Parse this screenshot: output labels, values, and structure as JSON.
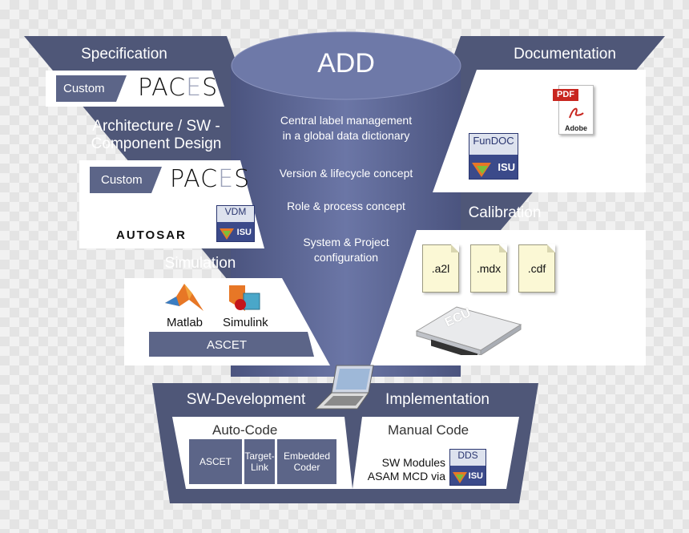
{
  "cylinder": {
    "title": "ADD",
    "items": [
      "Central label management\nin a global data dictionary",
      "Version & lifecycle concept",
      "Role & process concept",
      "System & Project\nconfiguration"
    ]
  },
  "left": {
    "specification": "Specification",
    "custom_1": "Custom",
    "paces_1": [
      "PAC",
      "E",
      "S"
    ],
    "architecture": "Architecture / SW -\nComponent Design",
    "custom_2": "Custom",
    "paces_2": [
      "PAC",
      "E",
      "S"
    ],
    "autosar": "AUTOSAR",
    "vdm": "VDM",
    "simulation": "Simulation",
    "matlab": "Matlab",
    "simulink": "Simulink",
    "ascet": "ASCET"
  },
  "right": {
    "documentation": "Documentation",
    "pdf": "PDF",
    "adobe": "Adobe",
    "fundoc": "FunDOC",
    "calibration": "Calibration",
    "files": [
      ".a2l",
      ".mdx",
      ".cdf"
    ],
    "ecu": "ECU"
  },
  "bottom": {
    "sw_development": "SW-Development",
    "implementation": "Implementation",
    "auto_code": "Auto-Code",
    "manual_code": "Manual Code",
    "ascet": "ASCET",
    "targetlink": "Target-\nLink",
    "embedded_coder": "Embedded\nCoder",
    "sw_modules": "SW Modules\nASAM MCD via",
    "dds": "DDS"
  },
  "isu_label": "ISU",
  "colors": {
    "dark_band": "#454d6e",
    "cylinder": "#5a6491",
    "tag": "#5c6588",
    "orange": "#e77726"
  }
}
